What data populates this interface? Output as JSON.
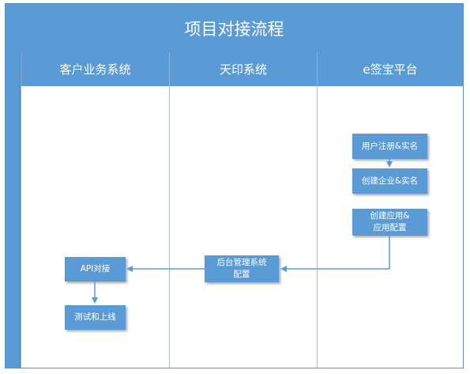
{
  "title": "项目对接流程",
  "lanes": [
    "客户业务系统",
    "天印系统",
    "e签宝平台"
  ],
  "steps": {
    "register": "用户注册&实名",
    "create_company": "创建企业&实名",
    "create_app_line1": "创建应用&",
    "create_app_line2": "应用配置",
    "backend_line1": "后台管理系统",
    "backend_line2": "配置",
    "api": "API对接",
    "test": "测试和上线"
  },
  "colors": {
    "box": "#5b9bd5",
    "arrow": "#5b9bd5",
    "lane_line": "#a9b9cc"
  }
}
